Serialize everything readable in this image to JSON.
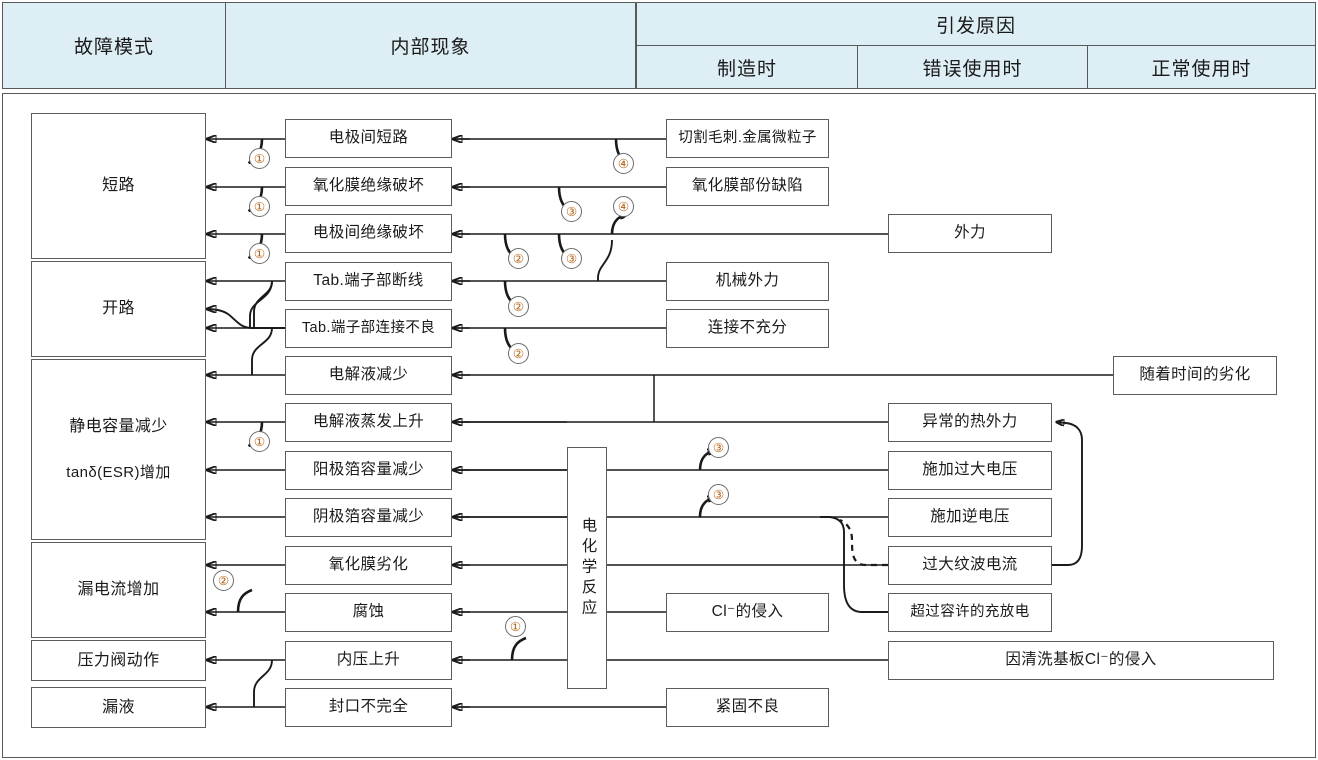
{
  "header": {
    "col_failure_mode": "故障模式",
    "col_internal": "内部现象",
    "col_cause_group": "引发原因",
    "col_cause_manufacture": "制造时",
    "col_cause_misuse": "错误使用时",
    "col_cause_normal": "正常使用时"
  },
  "failure_modes": [
    {
      "label": "短路"
    },
    {
      "label": "开路"
    },
    {
      "label": "静电容量减少",
      "label2": "tanδ(ESR)增加"
    },
    {
      "label": "漏电流增加"
    },
    {
      "label": "压力阀动作"
    },
    {
      "label": "漏液"
    }
  ],
  "internal_phenomena": [
    {
      "label": "电极间短路"
    },
    {
      "label": "氧化膜绝缘破坏"
    },
    {
      "label": "电极间绝缘破坏"
    },
    {
      "label": "Tab.端子部断线"
    },
    {
      "label": "Tab.端子部连接不良"
    },
    {
      "label": "电解液减少"
    },
    {
      "label": "电解液蒸发上升"
    },
    {
      "label": "阳极箔容量减少"
    },
    {
      "label": "阴极箔容量减少"
    },
    {
      "label": "氧化膜劣化"
    },
    {
      "label": "腐蚀"
    },
    {
      "label": "内压上升"
    },
    {
      "label": "封口不完全"
    }
  ],
  "reaction_node": {
    "label": "电化学反应"
  },
  "causes_manufacture": [
    {
      "label": "切割毛刺.金属微粒子"
    },
    {
      "label": "氧化膜部份缺陷"
    },
    {
      "label": "机械外力"
    },
    {
      "label": "连接不充分"
    },
    {
      "label": "Cl⁻的侵入"
    },
    {
      "label": "紧固不良"
    }
  ],
  "causes_misuse": [
    {
      "label": "异常的热外力"
    },
    {
      "label": "施加过大电压"
    },
    {
      "label": "施加逆电压"
    },
    {
      "label": "过大纹波电流"
    },
    {
      "label": "超过容许的充放电"
    },
    {
      "label": "因清洗基板Cl⁻的侵入"
    }
  ],
  "causes_normal": [
    {
      "label": "外力"
    },
    {
      "label": "随着时间的劣化"
    }
  ],
  "step_markers": [
    {
      "n": "①"
    },
    {
      "n": "①"
    },
    {
      "n": "①"
    },
    {
      "n": "①"
    },
    {
      "n": "①"
    },
    {
      "n": "②"
    },
    {
      "n": "②"
    },
    {
      "n": "②"
    },
    {
      "n": "②"
    },
    {
      "n": "③"
    },
    {
      "n": "③"
    },
    {
      "n": "③"
    },
    {
      "n": "③"
    },
    {
      "n": "④"
    },
    {
      "n": "④"
    }
  ],
  "colors": {
    "header_fill": "#ddeef5",
    "border": "#595959",
    "box_border": "#5c5c5c",
    "wire": "#1a1a1a",
    "number_text": "#b4651a"
  }
}
